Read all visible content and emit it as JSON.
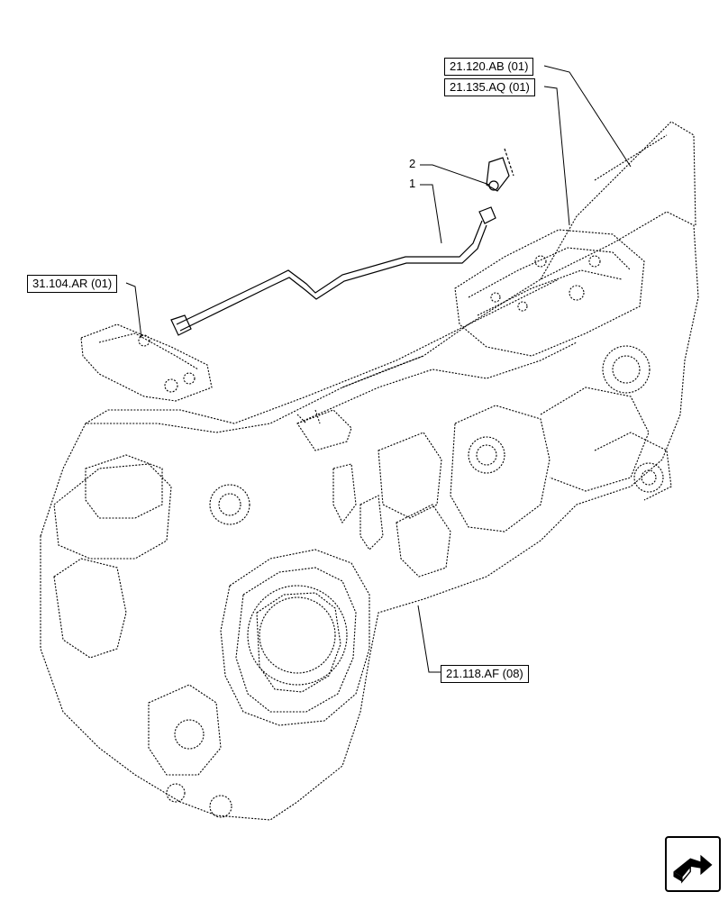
{
  "references": {
    "ref_21_120_ab": "21.120.AB (01)",
    "ref_21_135_aq": "21.135.AQ (01)",
    "ref_31_104_ar": "31.104.AR (01)",
    "ref_21_118_af": "21.118.AF (08)"
  },
  "callouts": {
    "item_1": "1",
    "item_2": "2"
  },
  "icons": {
    "navigation": "next-page-arrow-icon"
  },
  "colors": {
    "line": "#000000",
    "background": "#ffffff"
  }
}
